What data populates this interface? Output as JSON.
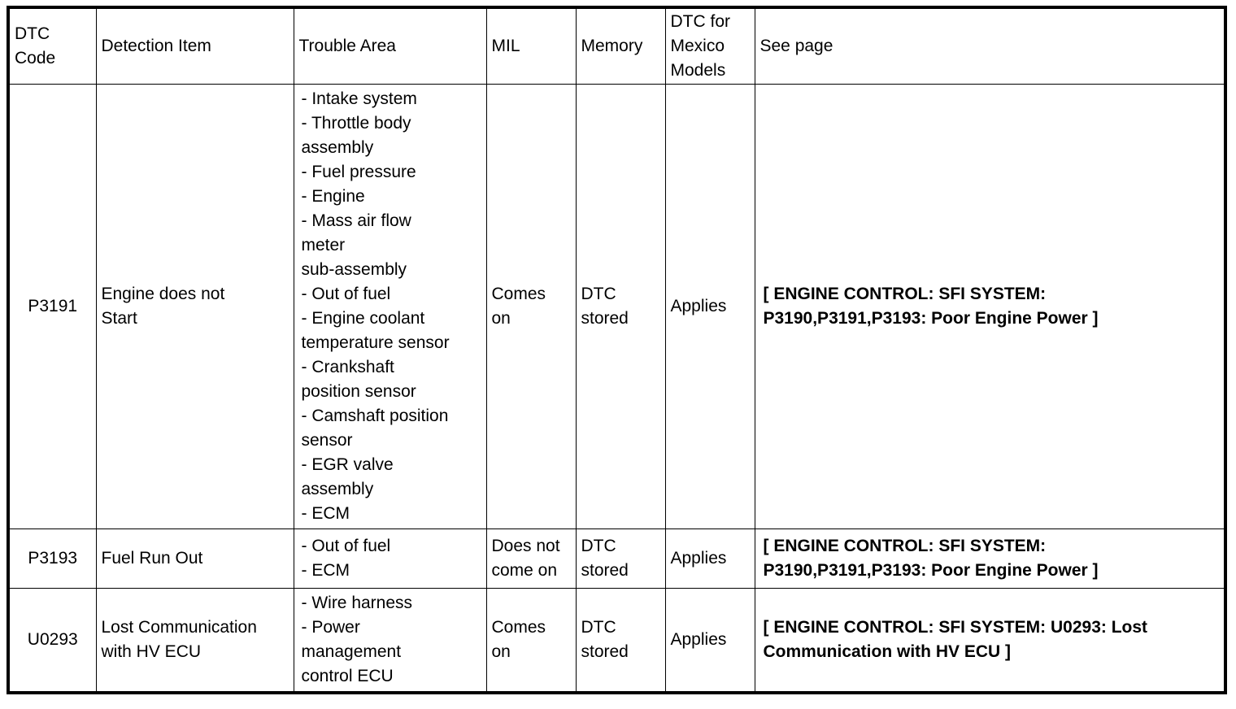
{
  "table": {
    "columns": [
      {
        "key": "dtc_code",
        "label": "DTC\nCode"
      },
      {
        "key": "detection_item",
        "label": "Detection Item"
      },
      {
        "key": "trouble_area",
        "label": "Trouble Area"
      },
      {
        "key": "mil",
        "label": "MIL"
      },
      {
        "key": "memory",
        "label": "Memory"
      },
      {
        "key": "dtc_mexico",
        "label": "DTC for\nMexico\nModels"
      },
      {
        "key": "see_page",
        "label": "See page"
      }
    ],
    "rows": [
      {
        "dtc_code": "P3191",
        "detection_item": "Engine does not\nStart",
        "trouble_area": "- Intake system\n- Throttle body\nassembly\n- Fuel pressure\n- Engine\n- Mass air flow\nmeter\nsub-assembly\n- Out of fuel\n- Engine coolant\ntemperature sensor\n- Crankshaft\nposition sensor\n- Camshaft position\nsensor\n- EGR valve\nassembly\n- ECM",
        "mil": "Comes\non",
        "memory": "DTC\nstored",
        "dtc_mexico": "Applies",
        "see_page": "[ ENGINE CONTROL: SFI SYSTEM:\nP3190,P3191,P3193: Poor Engine Power ]"
      },
      {
        "dtc_code": "P3193",
        "detection_item": "Fuel Run Out",
        "trouble_area": "- Out of fuel\n- ECM",
        "mil": "Does not\ncome on",
        "memory": "DTC\nstored",
        "dtc_mexico": "Applies",
        "see_page": "[ ENGINE CONTROL: SFI SYSTEM:\nP3190,P3191,P3193: Poor Engine Power ]"
      },
      {
        "dtc_code": "U0293",
        "detection_item": "Lost Communication\nwith HV ECU",
        "trouble_area": "- Wire harness\n- Power\nmanagement\ncontrol ECU",
        "mil": "Comes\non",
        "memory": "DTC\nstored",
        "dtc_mexico": "Applies",
        "see_page": "[ ENGINE CONTROL: SFI SYSTEM: U0293: Lost\nCommunication with HV ECU ]"
      }
    ]
  },
  "colors": {
    "border": "#000000",
    "background": "#ffffff",
    "text": "#000000"
  }
}
